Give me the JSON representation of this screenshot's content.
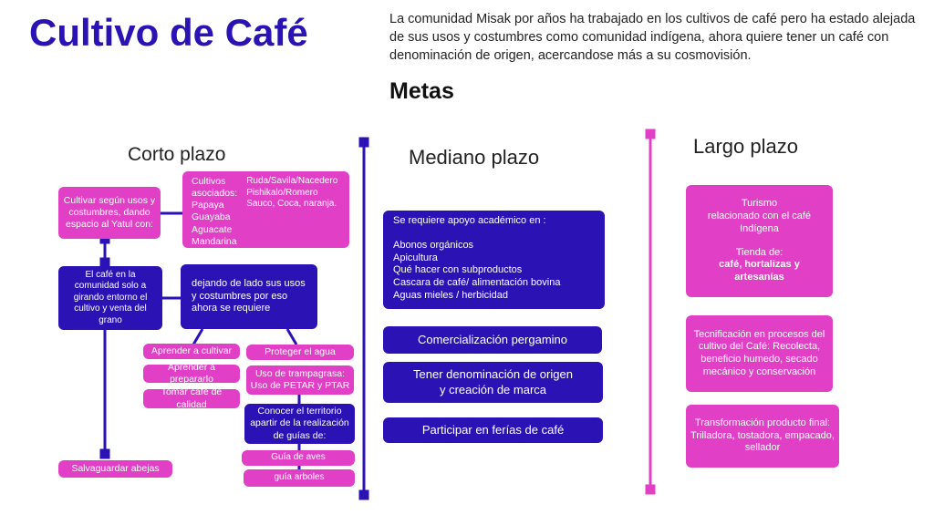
{
  "title": "Cultivo de Café",
  "intro": "La comunidad Misak por años ha trabajado en los cultivos de café pero ha estado alejada de sus usos y costumbres como comunidad indígena, ahora quiere tener un café con denominación de origen, acercandose más a  su cosmovisión.",
  "metas": "Metas",
  "colors": {
    "magenta": "#e03fc6",
    "blue": "#2a12b4"
  },
  "corto": {
    "heading": "Corto plazo",
    "cultivar": "Cultivar según usos y costumbres, dando espacio al Yatul con:",
    "asociados_a": "Cultivos\nasociados:\nPapaya\nGuayaba\nAguacate\nMandarina",
    "asociados_b": "Ruda/Savila/Nacedero\nPishikalo/Romero\nSauco, Coca, naranja.",
    "cafe": "El café en la comunidad solo a girando entorno el cultivo y venta del grano",
    "dejando": "dejando de lado sus usos y costumbres por eso ahora se requiere",
    "items_a": [
      "Aprender a cultivar",
      "Aprender a prepararlo",
      "Tomar café de calidad"
    ],
    "agua": "Proteger el agua",
    "trampa": "Uso de trampagrasa:\nUso de PETAR  y PTAR",
    "territorio": "Conocer el territorio apartir de la realización de guías de:",
    "guias": [
      "Guía de aves",
      "guía arboles"
    ],
    "abejas": "Salvaguardar abejas"
  },
  "mediano": {
    "heading": "Mediano plazo",
    "apoyo": "Se requiere apoyo  académico en :",
    "apoyo_items": [
      "Abonos orgánicos",
      "Apicultura",
      "Qué hacer con subproductos",
      "Cascara de café/ alimentación bovina",
      "Aguas mieles / herbicidad"
    ],
    "items": [
      "Comercialización pergamino",
      "Tener denominación de origen\ny creación de marca",
      "Participar en ferías de café"
    ]
  },
  "largo": {
    "heading": "Largo plazo",
    "turismo": "Turismo\nrelacionado con el café\nIndígena",
    "tienda": "Tienda de:",
    "tienda_bold": "café, hortalizas y artesanías",
    "tecnificacion": "Tecnificación en procesos del cultivo del Café: Recolecta, beneficio humedo, secado mecánico y conservación",
    "transformacion": "Transformación producto final: Trilladora, tostadora, empacado, sellador"
  }
}
